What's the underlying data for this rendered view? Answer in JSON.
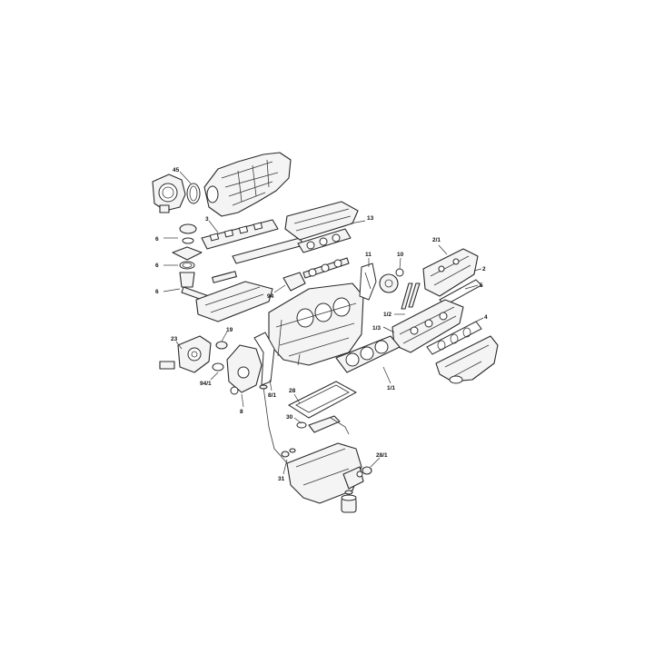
{
  "diagram": {
    "callouts": [
      {
        "id": "45",
        "label": "45"
      },
      {
        "id": "3",
        "label": "3"
      },
      {
        "id": "13",
        "label": "13"
      },
      {
        "id": "6a",
        "label": "6"
      },
      {
        "id": "6b",
        "label": "6"
      },
      {
        "id": "6c",
        "label": "6"
      },
      {
        "id": "94",
        "label": "94"
      },
      {
        "id": "11",
        "label": "11"
      },
      {
        "id": "10",
        "label": "10"
      },
      {
        "id": "2-1",
        "label": "2/1"
      },
      {
        "id": "2",
        "label": "2"
      },
      {
        "id": "5",
        "label": "5"
      },
      {
        "id": "1-2",
        "label": "1/2"
      },
      {
        "id": "1-3",
        "label": "1/3"
      },
      {
        "id": "4",
        "label": "4"
      },
      {
        "id": "19",
        "label": "19"
      },
      {
        "id": "23",
        "label": "23"
      },
      {
        "id": "94-1",
        "label": "94/1"
      },
      {
        "id": "8",
        "label": "8"
      },
      {
        "id": "8-1",
        "label": "8/1"
      },
      {
        "id": "1-1",
        "label": "1/1"
      },
      {
        "id": "28",
        "label": "28"
      },
      {
        "id": "30",
        "label": "30"
      },
      {
        "id": "28-1",
        "label": "28/1"
      },
      {
        "id": "31",
        "label": "31"
      }
    ]
  }
}
